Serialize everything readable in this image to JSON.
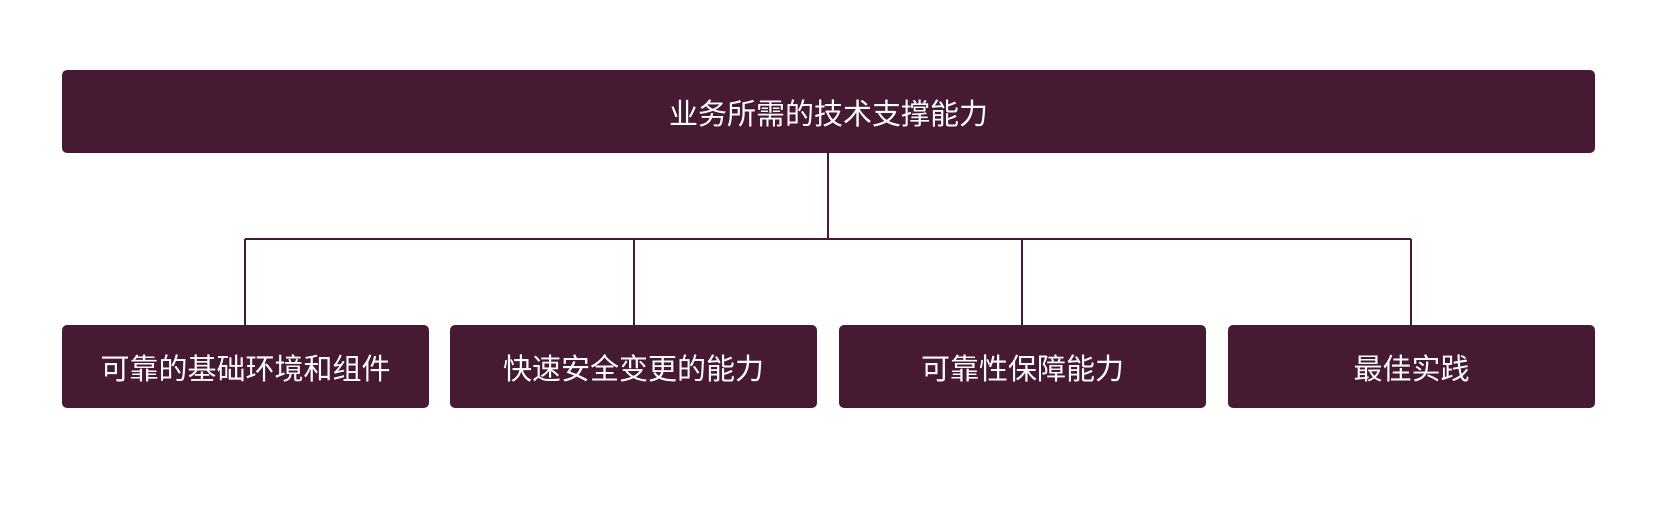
{
  "diagram": {
    "root": {
      "label": "业务所需的技术支撑能力"
    },
    "children": [
      {
        "label": "可靠的基础环境和组件"
      },
      {
        "label": "快速安全变更的能力"
      },
      {
        "label": "可靠性保障能力"
      },
      {
        "label": "最佳实践"
      }
    ]
  },
  "colors": {
    "box_fill": "#461a33",
    "box_text": "#ffffff",
    "connector": "#461a33",
    "background": "#ffffff"
  }
}
